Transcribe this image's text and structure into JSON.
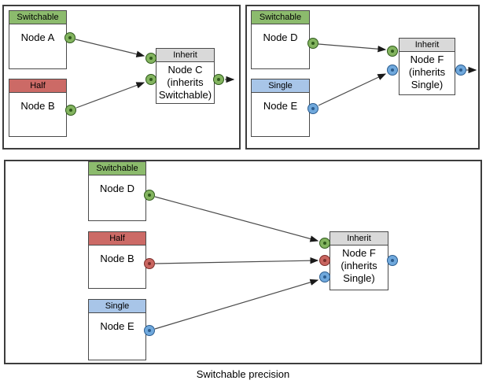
{
  "caption": "Switchable precision",
  "colors": {
    "switchable_green": "#8cbb6d",
    "half_red": "#cc6a66",
    "single_blue": "#a8c5e8",
    "inherit_gray": "#d9d9d9",
    "port_green": "#83b45f",
    "port_green_border": "#2f5a1c",
    "port_red": "#c96560",
    "port_red_border": "#7b302c",
    "port_blue": "#6fa8dc",
    "port_blue_border": "#2c5d8f",
    "edge_gray": "#4a4a4a"
  },
  "panels": [
    {
      "nodes": [
        {
          "id": "node-a",
          "header": "Switchable",
          "label": "Node A"
        },
        {
          "id": "node-b",
          "header": "Half",
          "label": "Node B"
        },
        {
          "id": "node-c",
          "header": "Inherit",
          "label": "Node C",
          "sublabel": "(inherits Switchable)"
        }
      ]
    },
    {
      "nodes": [
        {
          "id": "node-d",
          "header": "Switchable",
          "label": "Node D"
        },
        {
          "id": "node-e",
          "header": "Single",
          "label": "Node E"
        },
        {
          "id": "node-f",
          "header": "Inherit",
          "label": "Node F",
          "sublabel": "(inherits Single)"
        }
      ]
    },
    {
      "nodes": [
        {
          "id": "node-d",
          "header": "Switchable",
          "label": "Node D"
        },
        {
          "id": "node-b",
          "header": "Half",
          "label": "Node B"
        },
        {
          "id": "node-e",
          "header": "Single",
          "label": "Node E"
        },
        {
          "id": "node-f",
          "header": "Inherit",
          "label": "Node F",
          "sublabel": "(inherits Single)"
        }
      ]
    }
  ]
}
